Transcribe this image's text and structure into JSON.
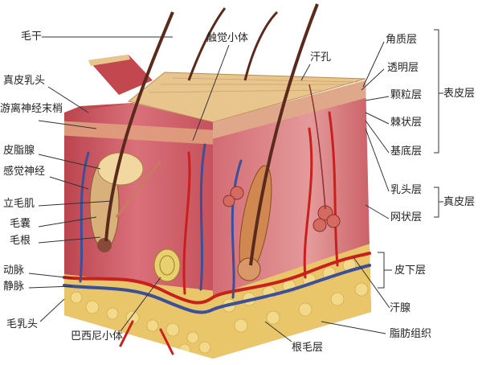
{
  "labels": {
    "hair_shaft": "毛干",
    "meissner_corpuscle": "触觉小体",
    "sweat_pore": "汗孔",
    "stratum_corneum": "角质层",
    "stratum_lucidum": "透明层",
    "stratum_granulosum": "颗粒层",
    "stratum_spinosum": "棘状层",
    "stratum_basale": "基底层",
    "epidermis": "表皮层",
    "papillary_layer": "乳头层",
    "reticular_layer": "网状层",
    "dermis": "真皮层",
    "hypodermis": "皮下层",
    "sweat_gland": "汗腺",
    "adipose_tissue": "脂肪组织",
    "root_hair_layer": "根毛层",
    "pacinian_corpuscle": "巴西尼小体",
    "dermal_papilla": "真皮乳头",
    "free_nerve_ending": "游离神经末梢",
    "sebaceous_gland": "皮脂腺",
    "sensory_nerve": "感觉神经",
    "arrector_pili": "立毛肌",
    "hair_follicle": "毛囊",
    "hair_root": "毛根",
    "artery": "动脉",
    "vein": "静脉",
    "hair_papilla": "毛乳头"
  },
  "colors": {
    "epidermis": "#e8c58c",
    "dermis": "#c9505a",
    "fat": "#eac66a",
    "artery": "#c8201c",
    "vein": "#3b4f9a",
    "hair": "#5a2a1c"
  }
}
